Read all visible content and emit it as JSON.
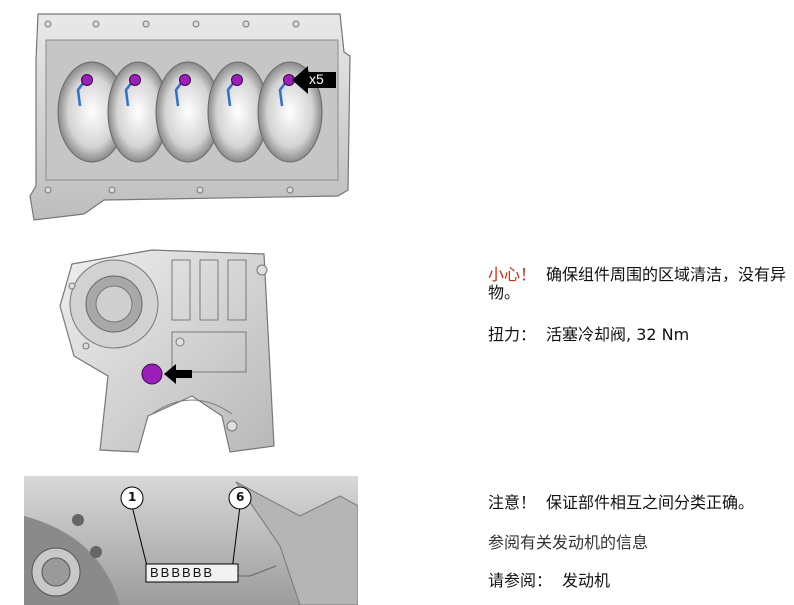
{
  "figures": {
    "block_top": {
      "callout": "x5"
    },
    "block_codes": {
      "callout_first": "1",
      "callout_last": "6",
      "code_letters": [
        "B",
        "B",
        "B",
        "B",
        "B",
        "B"
      ]
    }
  },
  "instructions": {
    "caution": {
      "label": "小心！",
      "text": "确保组件周围的区域清洁，没有异物。"
    },
    "torque": {
      "label": "扭力：",
      "item": "活塞冷却阀",
      "value": ", 32 Nm"
    },
    "notice": {
      "label": "注意！",
      "text": "保证部件相互之间分类正确。"
    },
    "reference_info": "参阅有关发动机的信息",
    "reference": {
      "label": "请参阅：",
      "link": "发动机"
    }
  },
  "colors": {
    "caution": "#cc2a10",
    "marker": "#9b1fb8",
    "nozzle": "#2f6fd0"
  }
}
